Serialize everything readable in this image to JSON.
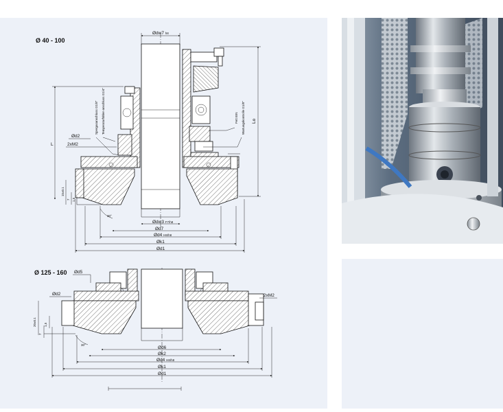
{
  "drawing": {
    "top_title": "Ø 40 - 100",
    "bottom_title": "Ø 125 - 160",
    "top_labels": {
      "dw7": "Ødw7",
      "dw7_sub": "h8",
      "lo": "Lo",
      "l": "L",
      "d2": "Ød2",
      "m2": "2xM2",
      "spergas": "Spergasanschluss G1/8\"",
      "temp": "Temperaturfühler-anschluss G1/4\"",
      "fett": "Fett EIN",
      "wartung": "Wartungskontrolle G1/8\"",
      "angle": "30°",
      "fifteen": "15",
      "fifteen_tol": "±0.1",
      "seven": "7",
      "onefive": "1,5",
      "dw3": "Ødw3",
      "dw3_sub": "F7/h8",
      "d7": "Ød7",
      "d4": "Ød4",
      "d4_sub": "H8/h8",
      "k1": "Øk1",
      "d1": "Ød1"
    },
    "bottom_labels": {
      "d5": "Ød5",
      "d2": "Ød2",
      "m2": "2xM2",
      "twenty": "20",
      "twenty_tol": "±0.1",
      "seven": "7",
      "onefive": "1,5",
      "angle": "30°",
      "d6": "Ød6",
      "k2": "Øk2",
      "d4": "Ød4",
      "d4_sub": "H8/h8",
      "k1": "Øk1",
      "d1": "Ød1"
    }
  },
  "photo": {
    "subject": "mechanical seal cartridge mounted on mixer shaft",
    "colors": {
      "steel": "#c9ced3",
      "mesh": "#b9c1c8",
      "background": "#55667a"
    }
  }
}
